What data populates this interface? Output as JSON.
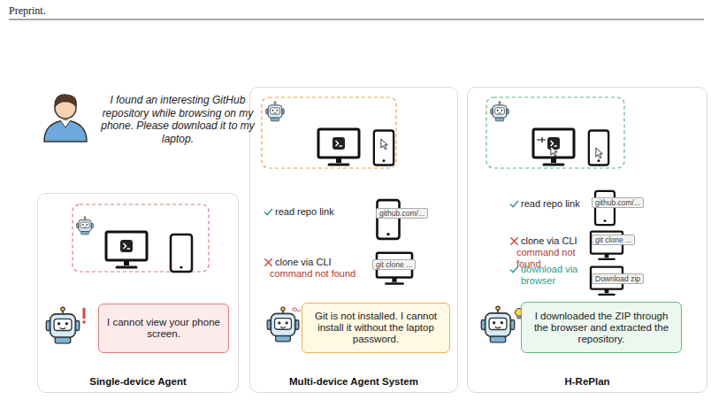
{
  "diagram": {
    "nodes": [
      {
        "text": [
          "Single-device Agent"
        ]
      },
      {
        "text": [
          "I cannot view your phone screen."
        ],
        "in": 0
      },
      {
        "text": [
          "Multi-device Agent System"
        ]
      },
      {
        "text": [
          "github.com/..."
        ],
        "in": 2
      },
      {
        "text": [
          "git clone ..."
        ],
        "in": 2
      },
      {
        "text": [
          "Git is not installed. I cannot install it without the laptop password."
        ],
        "in": 2
      },
      {
        "text": [
          "H-RePlan"
        ]
      },
      {
        "text": [
          "github.com/..."
        ],
        "in": 6
      },
      {
        "text": [
          "git clone ..."
        ],
        "in": 6
      },
      {
        "text": [
          "Download zip"
        ],
        "in": 6
      },
      {
        "text": [
          "I downloaded the ZIP through the browser and extracted the repository."
        ],
        "in": 6
      }
    ],
    "labels": [
      "Preprint.",
      "I found an interesting GitHub repository while browsing on my phone. Please download it to my laptop.",
      "read repo link",
      "clone via CLI",
      "command not found",
      "read repo link",
      "clone via CLI",
      "command not found",
      "download via browser"
    ]
  }
}
